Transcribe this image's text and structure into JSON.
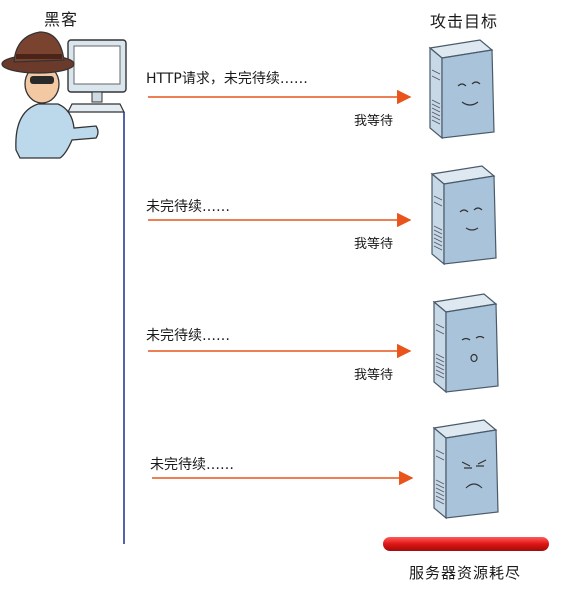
{
  "labels": {
    "hacker": "黑客",
    "target": "攻击目标",
    "exhausted": "服务器资源耗尽"
  },
  "rows": [
    {
      "message": "HTTP请求，未完待续……",
      "reply": "我等待"
    },
    {
      "message": "未完待续……",
      "reply": "我等待"
    },
    {
      "message": "未完待续……",
      "reply": "我等待"
    },
    {
      "message": "未完待续……",
      "reply": ""
    }
  ],
  "colors": {
    "arrow": "#e8541c",
    "timeline": "#2a3d8f",
    "server_body": "#a9c4da",
    "server_side": "#c7d8e6",
    "exhausted_bar": "#e02020"
  },
  "icons": {
    "hacker": "hacker-at-computer-icon",
    "server": "server-tower-icon"
  }
}
